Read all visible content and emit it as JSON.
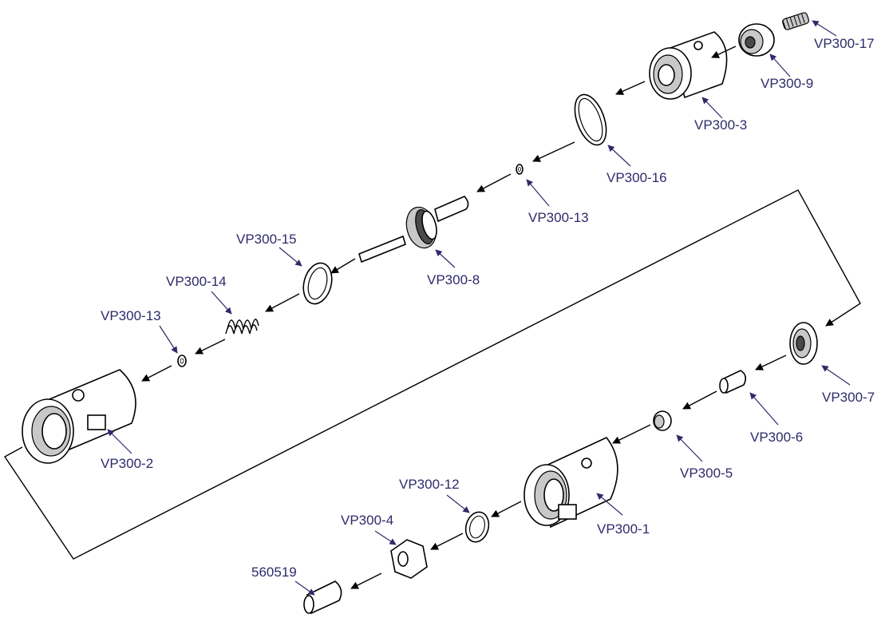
{
  "colors": {
    "callout_text": "#2e2a6b",
    "leader_line": "#2e2a6b",
    "part_outline": "#000000",
    "background": "#ffffff"
  },
  "callouts": [
    {
      "id": "vp300-17",
      "label": "VP300-17"
    },
    {
      "id": "vp300-9",
      "label": "VP300-9"
    },
    {
      "id": "vp300-3",
      "label": "VP300-3"
    },
    {
      "id": "vp300-16",
      "label": "VP300-16"
    },
    {
      "id": "vp300-13-upper",
      "label": "VP300-13"
    },
    {
      "id": "vp300-8",
      "label": "VP300-8"
    },
    {
      "id": "vp300-15",
      "label": "VP300-15"
    },
    {
      "id": "vp300-14",
      "label": "VP300-14"
    },
    {
      "id": "vp300-13-lower",
      "label": "VP300-13"
    },
    {
      "id": "vp300-2",
      "label": "VP300-2"
    },
    {
      "id": "vp300-7",
      "label": "VP300-7"
    },
    {
      "id": "vp300-6",
      "label": "VP300-6"
    },
    {
      "id": "vp300-5",
      "label": "VP300-5"
    },
    {
      "id": "vp300-12",
      "label": "VP300-12"
    },
    {
      "id": "vp300-1",
      "label": "VP300-1"
    },
    {
      "id": "vp300-4",
      "label": "VP300-4"
    },
    {
      "id": "560519",
      "label": "560519"
    }
  ]
}
